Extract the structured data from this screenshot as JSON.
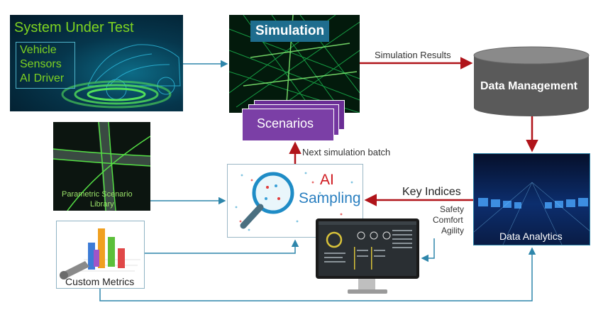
{
  "sut": {
    "title": "System Under Test",
    "items": [
      "Vehicle",
      "Sensors",
      "AI Driver"
    ]
  },
  "simulation": {
    "title": "Simulation"
  },
  "scenarios": {
    "label": "Scenarios"
  },
  "data_management": {
    "label": "Data Management"
  },
  "data_analytics": {
    "label": "Data Analytics"
  },
  "scenario_library": {
    "line1": "Parametric Scenario",
    "line2": "Library"
  },
  "ai_sampling": {
    "line1": "AI",
    "line2": "Sampling"
  },
  "custom_metrics": {
    "label": "Custom Metrics"
  },
  "edges": {
    "simulation_results": "Simulation Results",
    "next_batch": "Next simulation batch",
    "key_indices": "Key Indices",
    "indices": [
      "Safety",
      "Comfort",
      "Agility"
    ]
  },
  "colors": {
    "arrow_blue": "#2e86ab",
    "arrow_red": "#b0141a",
    "sut_text": "#7ed321",
    "scenarios_purple": "#7b3fa6",
    "ai_red": "#d0191f",
    "ai_blue": "#2a7fc0"
  }
}
